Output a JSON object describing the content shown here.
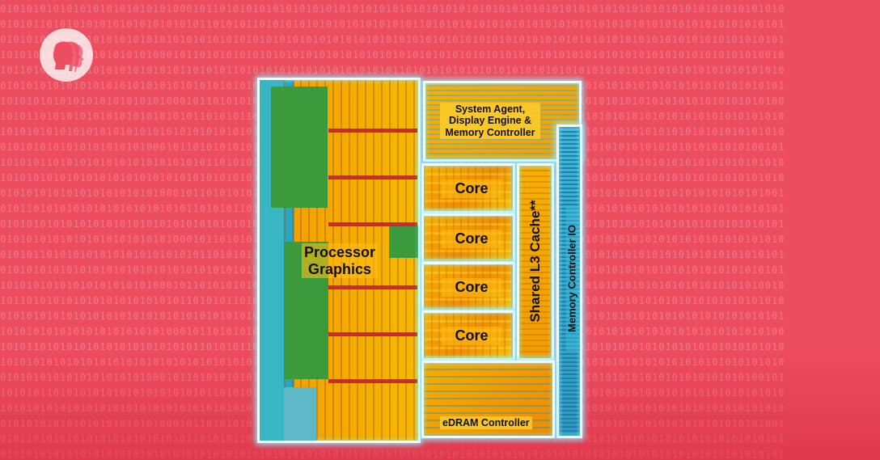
{
  "background": {
    "color": "#ec4d5f",
    "pattern_rows": [
      "0101010101010101010101010100010110101010101010101010101010101010101010101010101010101010101010101010101010101010101010",
      "1010101101010101010101010101010110101011010101010101010101010101101010101010101010101010101010101010101010101010101010",
      "0101010101010101010101010101010101010101010101010101010101010101010101010101010101010101010101010101010101010101010101"
    ]
  },
  "logo": {
    "name": "pbs-logo",
    "color": "#ffffff"
  },
  "diagram": {
    "accent_glow": "#8ceeff",
    "blocks": {
      "processor_graphics": "Processor\nGraphics",
      "system_agent": "System Agent,\nDisplay Engine &\nMemory Controller",
      "cores": [
        "Core",
        "Core",
        "Core",
        "Core"
      ],
      "l3_cache": "Shared L3 Cache**",
      "memory_controller_io": "Memory Controller IO",
      "edram": "eDRAM Controller"
    }
  }
}
